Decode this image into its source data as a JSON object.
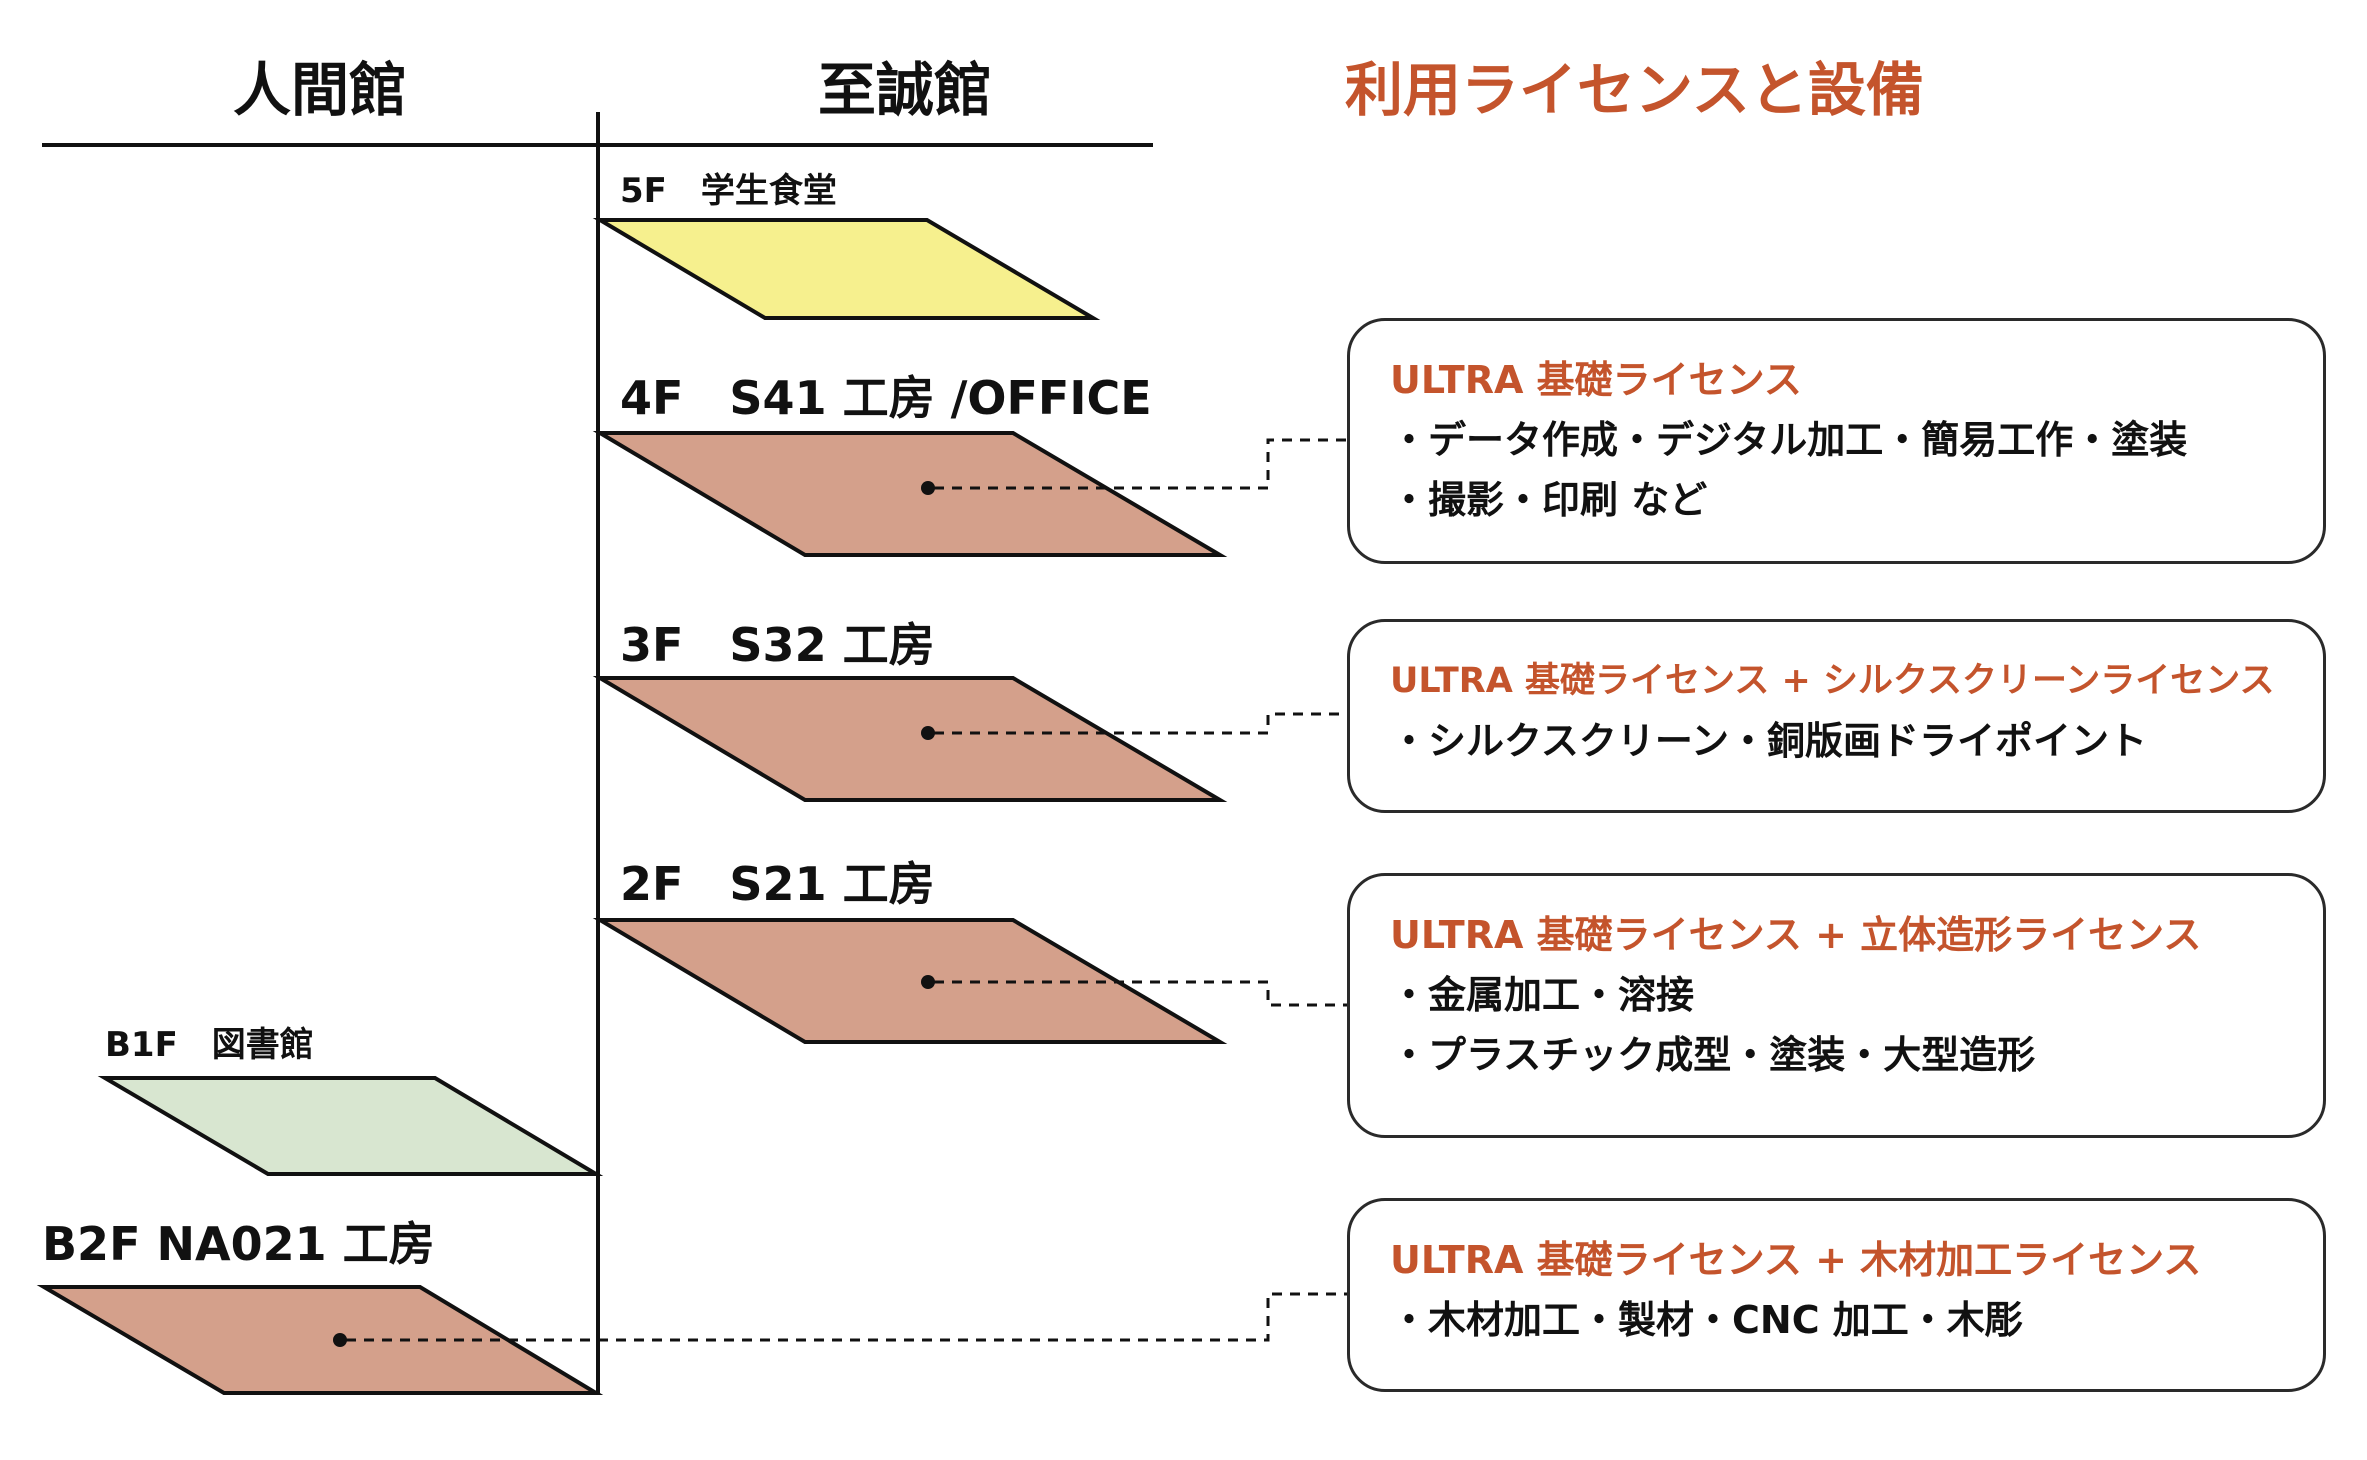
{
  "headers": {
    "left_building": "人間館",
    "right_building": "至誠館",
    "licenses": "利用ライセンスと設備"
  },
  "colors": {
    "accent": "#c4542c",
    "workshop_fill": "#d4a08b",
    "cafeteria_fill": "#f6f08e",
    "library_fill": "#d8e6d0",
    "line": "#111111"
  },
  "floors": {
    "f5": {
      "label": "5F　学生食堂"
    },
    "f4": {
      "label": "4F　S41 工房 /OFFICE"
    },
    "f3": {
      "label": "3F　S32 工房"
    },
    "f2": {
      "label": "2F　S21 工房"
    },
    "b1": {
      "label": "B1F　図書館"
    },
    "b2": {
      "label": "B2F NA021 工房"
    }
  },
  "cards": [
    {
      "title": "ULTRA 基礎ライセンス",
      "lines": [
        "・データ作成・デジタル加工・簡易工作・塗装",
        "・撮影・印刷 など"
      ]
    },
    {
      "title": "ULTRA 基礎ライセンス + シルクスクリーンライセンス",
      "lines": [
        "・シルクスクリーン・銅版画ドライポイント"
      ]
    },
    {
      "title": "ULTRA 基礎ライセンス + 立体造形ライセンス",
      "lines": [
        "・金属加工・溶接",
        "・プラスチック成型・塗装・大型造形"
      ]
    },
    {
      "title": "ULTRA 基礎ライセンス + 木材加工ライセンス",
      "lines": [
        "・木材加工・製材・CNC 加工・木彫"
      ]
    }
  ]
}
